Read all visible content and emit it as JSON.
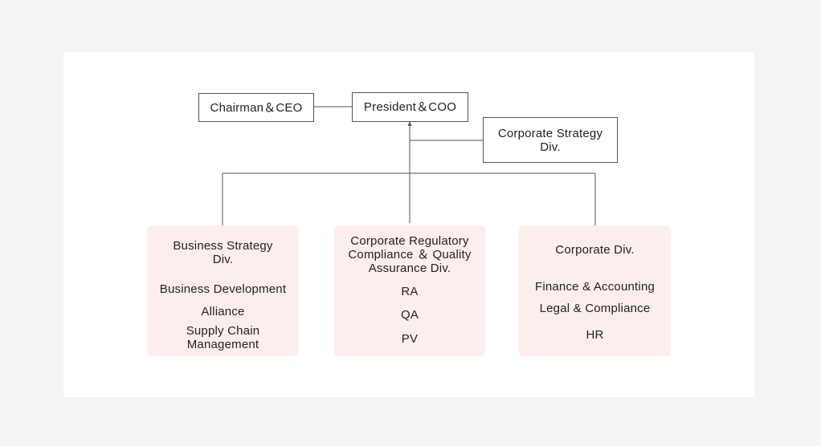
{
  "chart_data": {
    "type": "org-chart",
    "top": {
      "chairman": "Chairman＆CEO",
      "president": "President＆COO",
      "strategy": "Corporate Strategy\nDiv."
    },
    "divisions": [
      {
        "title": "Business Strategy\nDiv.",
        "items": [
          "Business Development",
          "Alliance",
          "Supply Chain\nManagement"
        ]
      },
      {
        "title": "Corporate Regulatory\nCompliance ＆ Quality\nAssurance Div.",
        "items": [
          "RA",
          "QA",
          "PV"
        ]
      },
      {
        "title": "Corporate Div.",
        "items": [
          "Finance & Accounting",
          "Legal & Compliance",
          "HR"
        ]
      }
    ]
  }
}
